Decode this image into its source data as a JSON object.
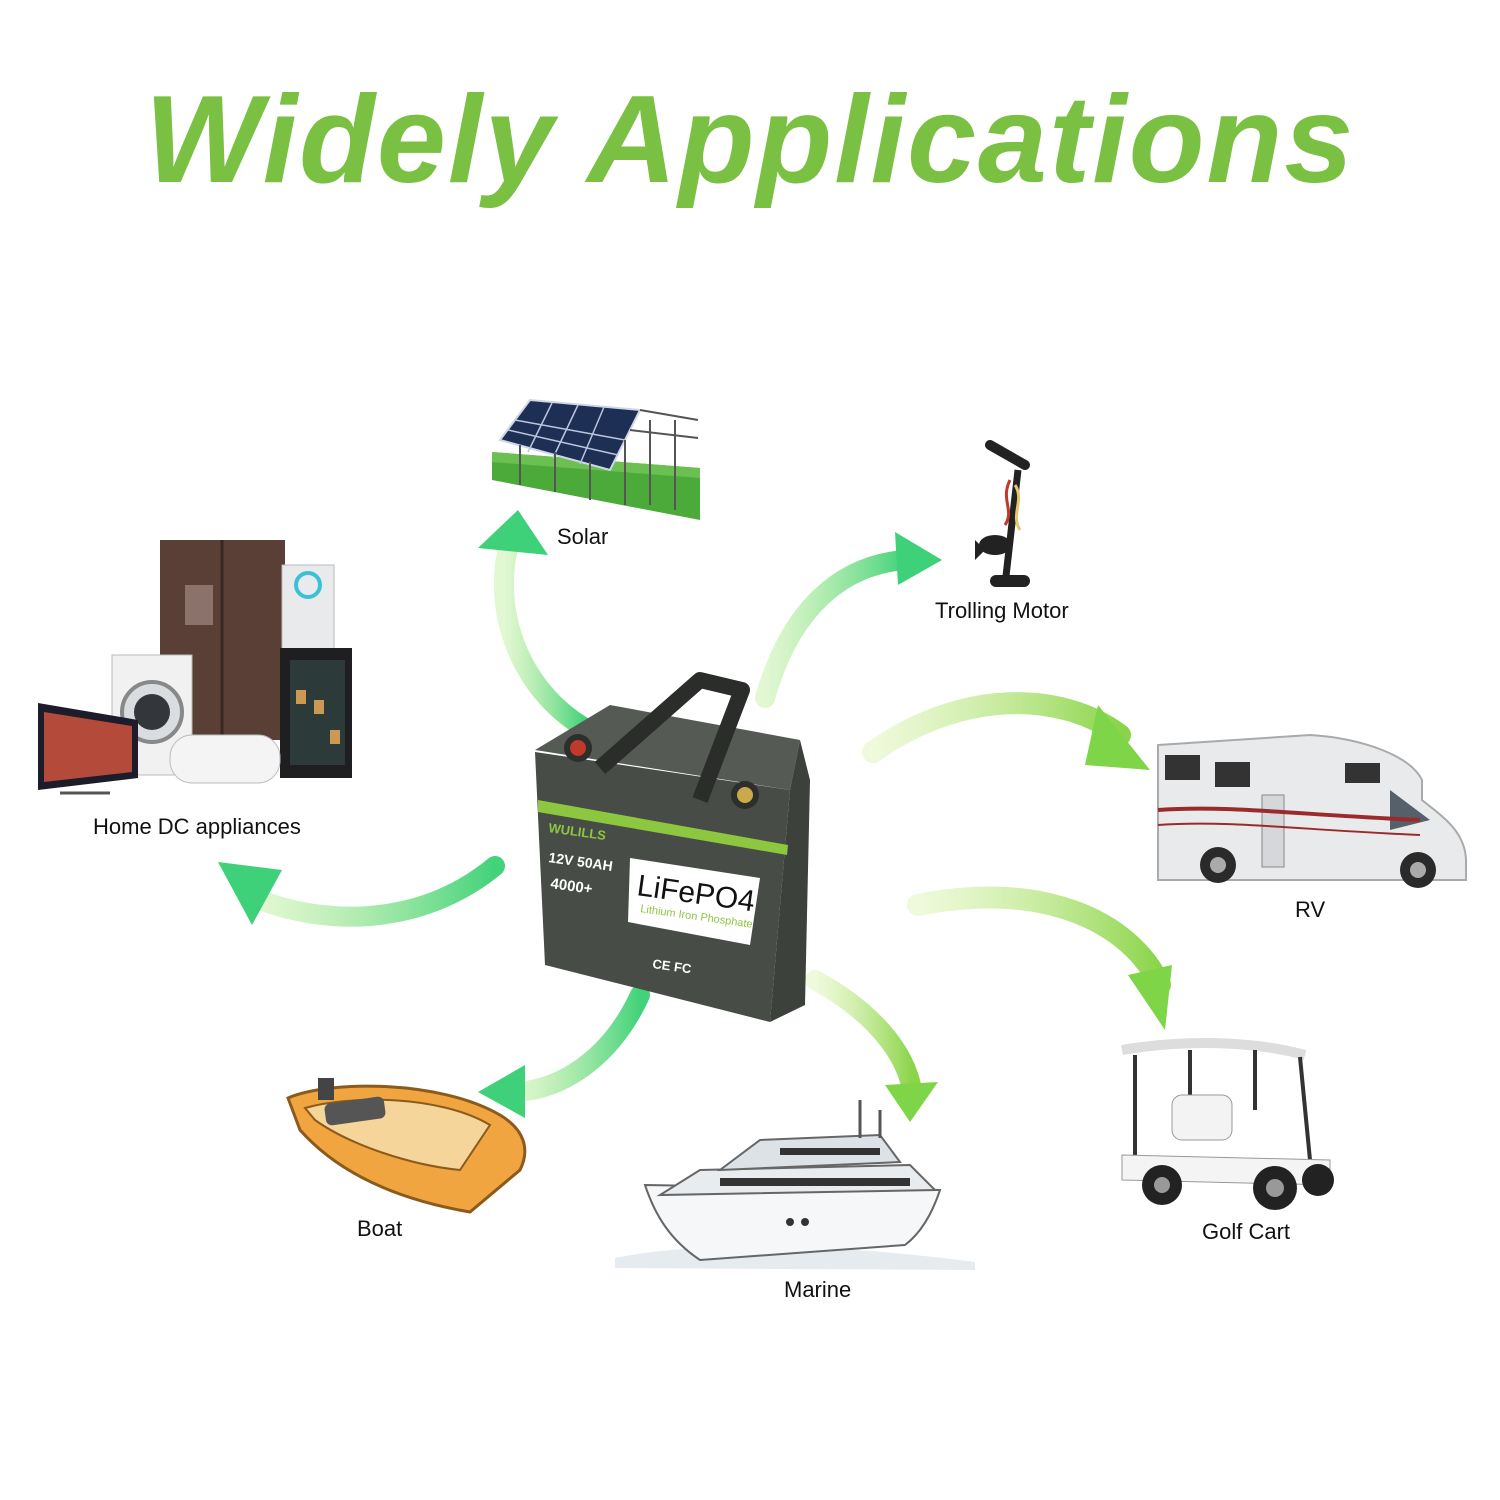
{
  "title": "Widely Applications",
  "colors": {
    "title": "#7ac143",
    "arrow_green": "#2ecc71",
    "arrow_lime": "#8bd44a",
    "battery_body": "#4b5049",
    "battery_accent": "#8dc63f"
  },
  "applications": {
    "solar": "Solar",
    "trolling_motor": "Trolling Motor",
    "home_dc": "Home DC appliances",
    "rv": "RV",
    "golf_cart": "Golf Cart",
    "boat": "Boat",
    "marine": "Marine"
  },
  "battery": {
    "brand": "WULILLS",
    "spec": "12V 50AH",
    "cycles": "4000+",
    "chemistry": "LiFePO4",
    "chemistry_full": "Lithium Iron Phosphate",
    "certifications": "CE FC"
  },
  "icons": [
    "solar-panel-icon",
    "trolling-motor-icon",
    "appliances-icon",
    "rv-icon",
    "golf-cart-icon",
    "boat-icon",
    "yacht-icon",
    "battery-icon",
    "arrow-icon"
  ]
}
